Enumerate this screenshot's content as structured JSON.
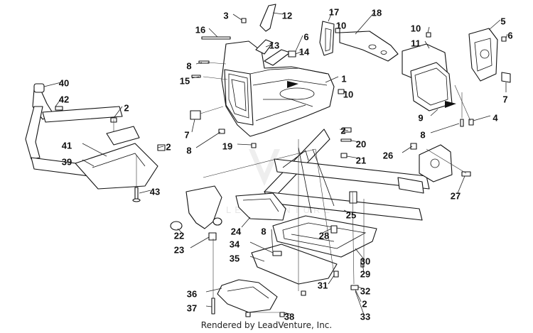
{
  "credit_text": "Rendered by LeadVenture, Inc.",
  "watermark_text": "LEADVENTURE",
  "callouts": [
    {
      "id": "c1",
      "label": "1"
    },
    {
      "id": "c2a",
      "label": "2"
    },
    {
      "id": "c2b",
      "label": "2"
    },
    {
      "id": "c2c",
      "label": "2"
    },
    {
      "id": "c2d",
      "label": "2"
    },
    {
      "id": "c3",
      "label": "3"
    },
    {
      "id": "c4",
      "label": "4"
    },
    {
      "id": "c5",
      "label": "5"
    },
    {
      "id": "c6a",
      "label": "6"
    },
    {
      "id": "c6b",
      "label": "6"
    },
    {
      "id": "c7a",
      "label": "7"
    },
    {
      "id": "c7b",
      "label": "7"
    },
    {
      "id": "c8a",
      "label": "8"
    },
    {
      "id": "c8b",
      "label": "8"
    },
    {
      "id": "c8c",
      "label": "8"
    },
    {
      "id": "c8d",
      "label": "8"
    },
    {
      "id": "c9",
      "label": "9"
    },
    {
      "id": "c10a",
      "label": "10"
    },
    {
      "id": "c10b",
      "label": "10"
    },
    {
      "id": "c10c",
      "label": "10"
    },
    {
      "id": "c11",
      "label": "11"
    },
    {
      "id": "c12",
      "label": "12"
    },
    {
      "id": "c13",
      "label": "13"
    },
    {
      "id": "c14",
      "label": "14"
    },
    {
      "id": "c15",
      "label": "15"
    },
    {
      "id": "c16",
      "label": "16"
    },
    {
      "id": "c17",
      "label": "17"
    },
    {
      "id": "c18",
      "label": "18"
    },
    {
      "id": "c19",
      "label": "19"
    },
    {
      "id": "c20",
      "label": "20"
    },
    {
      "id": "c21",
      "label": "21"
    },
    {
      "id": "c22",
      "label": "22"
    },
    {
      "id": "c23",
      "label": "23"
    },
    {
      "id": "c24",
      "label": "24"
    },
    {
      "id": "c25",
      "label": "25"
    },
    {
      "id": "c26",
      "label": "26"
    },
    {
      "id": "c27",
      "label": "27"
    },
    {
      "id": "c28",
      "label": "28"
    },
    {
      "id": "c29",
      "label": "29"
    },
    {
      "id": "c30",
      "label": "30"
    },
    {
      "id": "c31",
      "label": "31"
    },
    {
      "id": "c32",
      "label": "32"
    },
    {
      "id": "c33",
      "label": "33"
    },
    {
      "id": "c34",
      "label": "34"
    },
    {
      "id": "c35",
      "label": "35"
    },
    {
      "id": "c36",
      "label": "36"
    },
    {
      "id": "c37",
      "label": "37"
    },
    {
      "id": "c38",
      "label": "38"
    },
    {
      "id": "c39",
      "label": "39"
    },
    {
      "id": "c40",
      "label": "40"
    },
    {
      "id": "c41",
      "label": "41"
    },
    {
      "id": "c42",
      "label": "42"
    },
    {
      "id": "c43",
      "label": "43"
    }
  ]
}
